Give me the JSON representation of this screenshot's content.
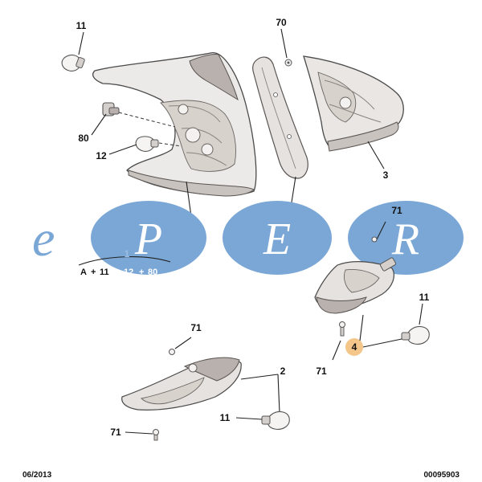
{
  "callouts": {
    "p11_top": "11",
    "p70": "70",
    "p80": "80",
    "p12": "12",
    "p3": "3",
    "p5": "5",
    "pA": "A",
    "p71_right": "71",
    "p11_right": "11",
    "p4": "4",
    "p71_right_lower": "71",
    "p71_mid": "71",
    "p2": "2",
    "p11_bottom": "11",
    "p71_bottom": "71"
  },
  "formula": {
    "a": "A",
    "plus1": "+",
    "n11": "11",
    "plus2": "+",
    "n12": "12",
    "plus3": "+",
    "n80": "80"
  },
  "watermark": {
    "letters": [
      "e",
      "P",
      "E",
      "R"
    ]
  },
  "footer": {
    "date": "06/2013",
    "ref": "00095903"
  },
  "colors": {
    "watermark_blue": "#7aa7d6",
    "highlight_orange": "#f4c68a",
    "part_fill": "#e8e4e1",
    "part_dark": "#8b8380"
  }
}
